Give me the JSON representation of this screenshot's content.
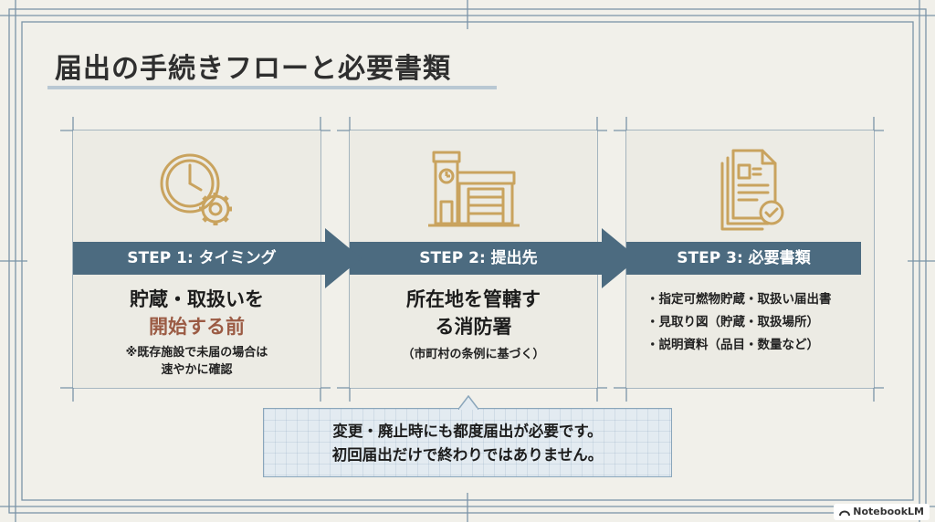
{
  "title": "届出の手続きフローと必要書類",
  "colors": {
    "step_bar": "#4c6b80",
    "accent_text": "#9b5b44",
    "icon_gold": "#c9a35e",
    "background": "#f1f0ea",
    "guide_lines": "#6e8aa0"
  },
  "steps": [
    {
      "label": "STEP 1: タイミング",
      "icon": "clock-gear-icon",
      "main_line1": "貯蔵・取扱いを",
      "main_line2": "開始する前",
      "note_line1": "※既存施設で未届の場合は",
      "note_line2": "速やかに確認"
    },
    {
      "label": "STEP 2: 提出先",
      "icon": "fire-station-icon",
      "main_line1": "所在地を管轄す",
      "main_line2": "る消防署",
      "note": "（市町村の条例に基づく）"
    },
    {
      "label": "STEP 3: 必要書類",
      "icon": "documents-check-icon",
      "documents": [
        "指定可燃物貯蔵・取扱い届出書",
        "見取り図（貯蔵・取扱場所）",
        "説明資料（品目・数量など）"
      ]
    }
  ],
  "callout": {
    "line1": "変更・廃止時にも都度届出が必要です。",
    "line2": "初回届出だけで終わりではありません。"
  },
  "badge": "NotebookLM"
}
